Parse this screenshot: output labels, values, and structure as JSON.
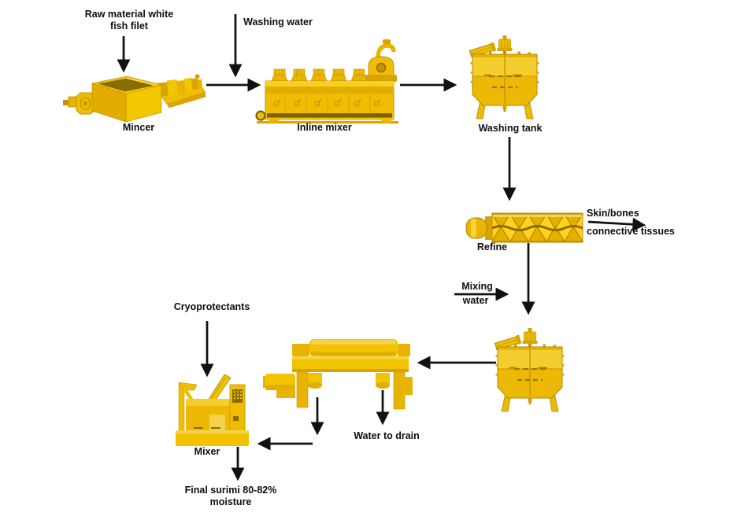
{
  "diagram_type": "process-flow",
  "colors": {
    "background": "#FFFFFF",
    "machine_fill": "#EFBE04",
    "machine_highlight": "#F6D21F",
    "machine_shade": "#D9A300",
    "machine_dark": "#8A6D00",
    "machine_outline": "#B08A00",
    "arrow": "#111111",
    "text": "#0E0E0E"
  },
  "labels": {
    "raw_material": "Raw material white\nfish filet",
    "washing_water": "Washing water",
    "mincer": "Mincer",
    "inline_mixer": "Inline mixer",
    "washing_tank": "Washing tank",
    "refine": "Refine",
    "skin_bones": "Skin/bones",
    "connective_tissues": "connective tissues",
    "mixing_water_line1": "Mixing",
    "mixing_water_line2": "water",
    "cryoprotectants": "Cryoprotectants",
    "water_to_drain": "Water to drain",
    "mixer": "Mixer",
    "final_surimi": "Final surimi 80-82%\nmoisture"
  },
  "edges": [
    {
      "from": "raw-material-white-fish-filet",
      "to": "mincer"
    },
    {
      "from": "mincer",
      "to": "inline-mixer"
    },
    {
      "from": "washing-water",
      "to": "inline-mixer"
    },
    {
      "from": "inline-mixer",
      "to": "washing-tank"
    },
    {
      "from": "washing-tank",
      "to": "refine"
    },
    {
      "from": "refine",
      "to": "skin-bones-connective-tissues"
    },
    {
      "from": "refine",
      "to": "second-washing-tank"
    },
    {
      "from": "mixing-water",
      "to": "second-washing-tank"
    },
    {
      "from": "second-washing-tank",
      "to": "decanter"
    },
    {
      "from": "decanter",
      "to": "water-to-drain"
    },
    {
      "from": "decanter",
      "to": "mixer"
    },
    {
      "from": "cryoprotectants",
      "to": "mixer"
    },
    {
      "from": "mixer",
      "to": "final-surimi-80-82-moisture"
    }
  ]
}
